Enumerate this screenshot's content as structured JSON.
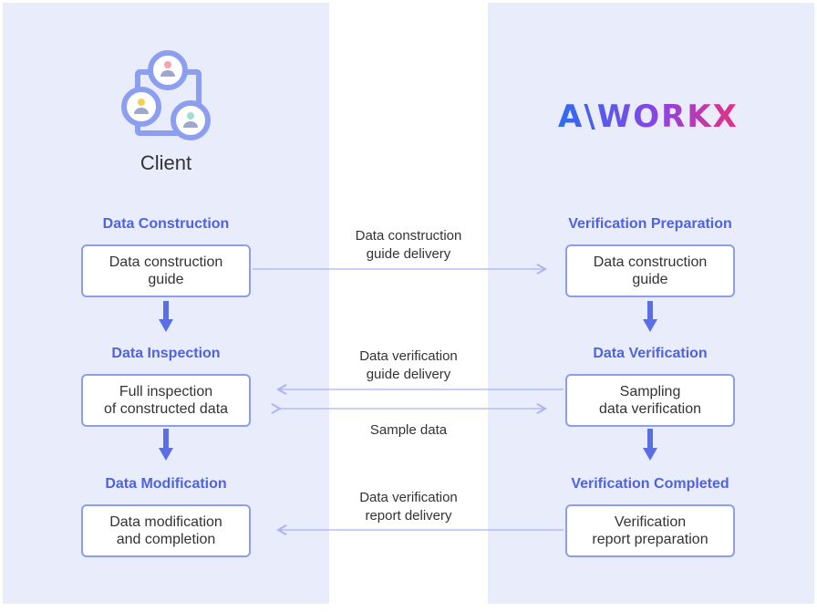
{
  "client": {
    "label": "Client",
    "icon": "client-group-icon"
  },
  "vendor": {
    "logo_text": "A\\WORKX",
    "logo_colors": [
      "#2f6cf0",
      "#8a44e6",
      "#e6307f"
    ]
  },
  "colors": {
    "panel": "#e9ecfb",
    "heading": "#4f63e0",
    "box_border": "#8c9ef0",
    "arrow": "#5a6fe6",
    "link": "#a9b4f0"
  },
  "left": {
    "steps": [
      {
        "heading": "Data Construction",
        "box": "Data construction\nguide"
      },
      {
        "heading": "Data Inspection",
        "box": "Full inspection\nof constructed data"
      },
      {
        "heading": "Data Modification",
        "box": "Data modification\nand completion"
      }
    ]
  },
  "right": {
    "steps": [
      {
        "heading": "Verification Preparation",
        "box": "Data construction\nguide"
      },
      {
        "heading": "Data Verification",
        "box": "Sampling\ndata verification"
      },
      {
        "heading": "Verification Completed",
        "box": "Verification\nreport preparation"
      }
    ]
  },
  "messages": {
    "guide_delivery": "Data construction\nguide delivery",
    "verification_guide_delivery": "Data verification\nguide delivery",
    "sample_data": "Sample data",
    "report_delivery": "Data verification\nreport delivery"
  }
}
